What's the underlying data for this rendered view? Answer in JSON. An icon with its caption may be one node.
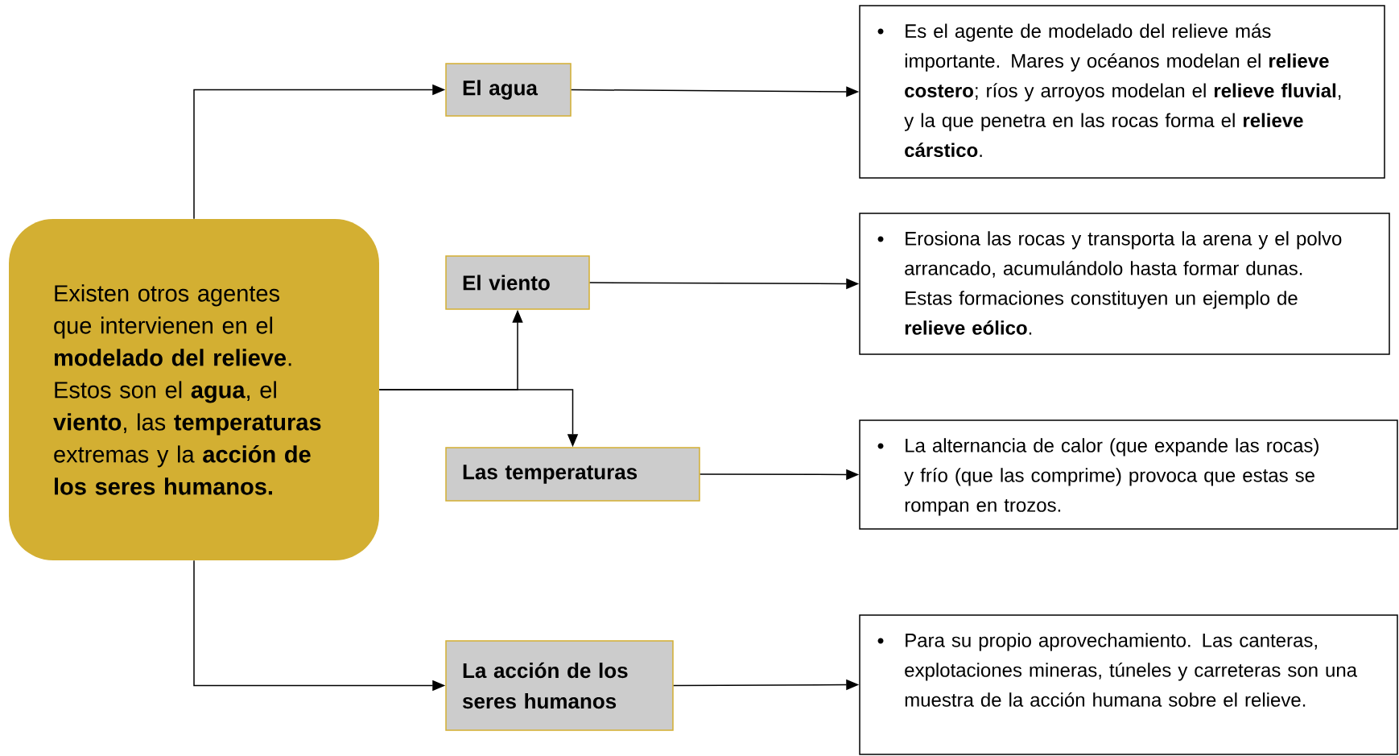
{
  "diagram": {
    "nodes": [
      {
        "text": [
          "Existen otros agentes que intervienen en el **modelado del relieve**. Estos son el **agua**, el **viento**, las **temperaturas** extremas y la **acción de los seres humanos.**"
        ]
      },
      {
        "text": [
          "El agua"
        ]
      },
      {
        "text": [
          "El viento"
        ]
      },
      {
        "text": [
          "Las temperaturas"
        ]
      },
      {
        "text": [
          "La acción de los seres humanos"
        ]
      },
      {
        "text": [
          "Es el agente de modelado del relieve más importante. Mares y océanos modelan el **relieve costero**; ríos y arroyos modelan el **relieve fluvial**, y la que penetra en las rocas forma el **relieve cárstico**."
        ]
      },
      {
        "text": [
          "Erosiona las rocas y transporta la arena y el polvo arrancado, acumulándolo hasta formar dunas. Estas formaciones constituyen un ejemplo de **relieve eólico**."
        ]
      },
      {
        "text": [
          "La alternancia de calor (que expande las rocas) y frío (que las comprime) provoca que estas se rompan en trozos."
        ]
      },
      {
        "text": [
          "Para su propio aprovechamiento. Las canteras, explotaciones mineras, túneles y carreteras son una muestra de la acción humana sobre el relieve."
        ]
      }
    ],
    "edges": [
      {
        "from": 0,
        "to": 1,
        "arrow": "to"
      },
      {
        "from": 0,
        "to": 2,
        "arrow": "to"
      },
      {
        "from": 0,
        "to": 3,
        "arrow": "to"
      },
      {
        "from": 0,
        "to": 4,
        "arrow": "to"
      },
      {
        "from": 1,
        "to": 5,
        "arrow": "to"
      },
      {
        "from": 2,
        "to": 6,
        "arrow": "to"
      },
      {
        "from": 3,
        "to": 7,
        "arrow": "to"
      },
      {
        "from": 4,
        "to": 8,
        "arrow": "to"
      }
    ]
  }
}
